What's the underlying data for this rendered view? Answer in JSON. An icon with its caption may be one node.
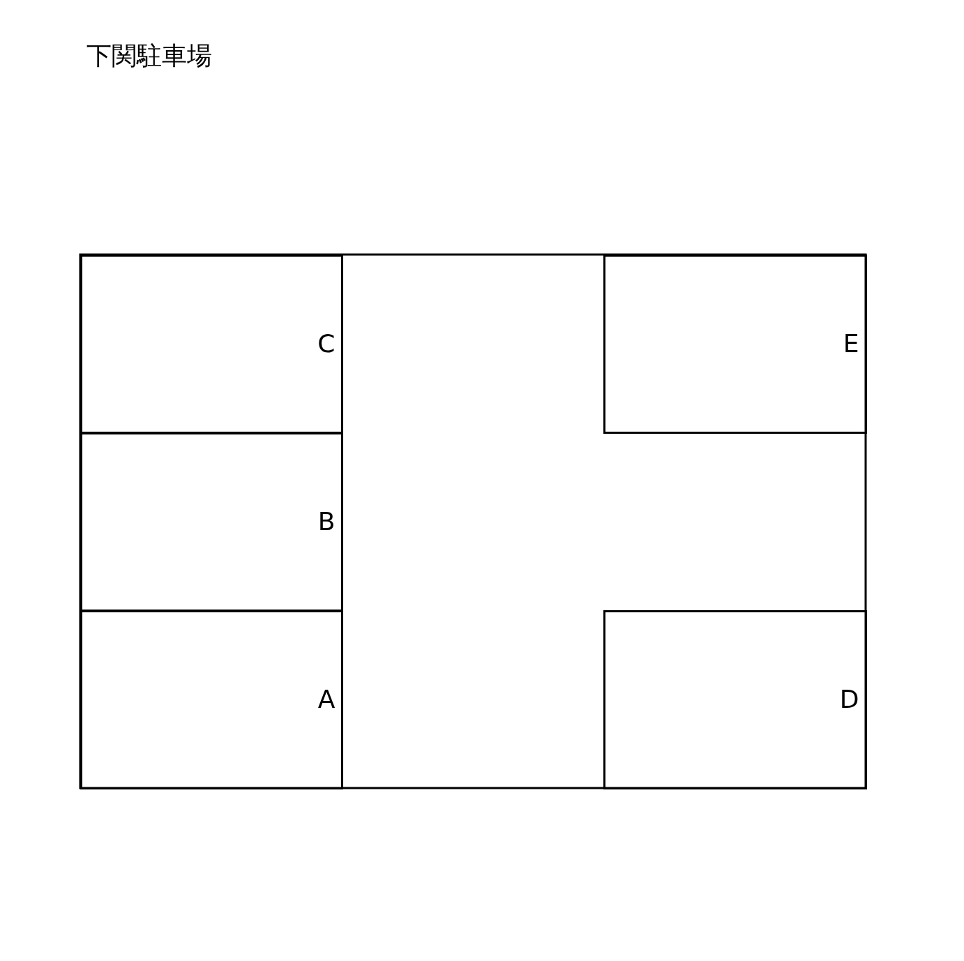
{
  "diagram": {
    "title": "下関駐車場",
    "nodes": [
      {
        "text": [
          "C"
        ]
      },
      {
        "text": [
          "E"
        ]
      },
      {
        "text": [
          "B"
        ]
      },
      {
        "text": [
          "A"
        ]
      },
      {
        "text": [
          "D"
        ]
      }
    ]
  }
}
